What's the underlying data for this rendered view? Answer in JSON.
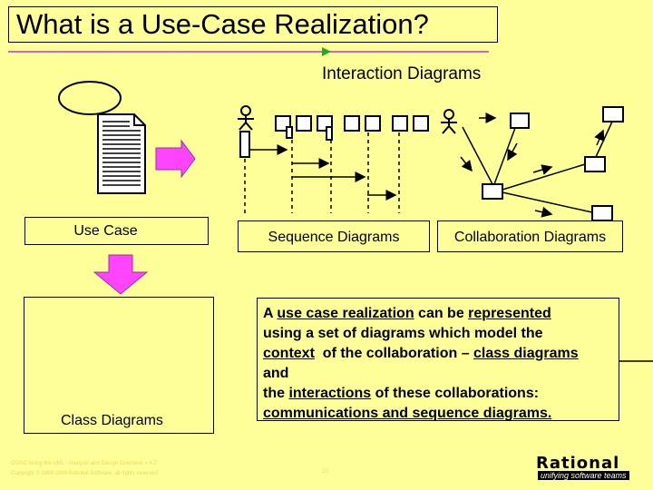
{
  "title": "What is a Use-Case Realization?",
  "interaction_title": "Interaction Diagrams",
  "labels": {
    "use_case": "Use Case",
    "sequence": "Sequence Diagrams",
    "collaboration": "Collaboration Diagrams",
    "class": "Class Diagrams"
  },
  "description": {
    "line1_a": "A ",
    "line1_u1": "use case realization",
    "line1_b": " can be ",
    "line1_u2": "represented",
    "line2": "using a set of diagrams which model the",
    "line3_u1": "context",
    "line3_b": "  of the collaboration – ",
    "line3_u2": "class diagrams",
    "line4": "and",
    "line5_a": "the ",
    "line5_u": "interactions",
    "line5_b": " of these collaborations:",
    "line6_u": "communications and sequence diagrams."
  },
  "footer": {
    "line1": "OOAD Using the UML - Analysis and Design Overview, v 4.2",
    "line2": "Copyright © 1998-1999 Rational Software, all rights reserved",
    "page": "10"
  },
  "logo": {
    "name": "Rational",
    "tagline": "unifying software teams"
  },
  "colors": {
    "background": "#ffff99",
    "arrow_fill": "#ff44ff",
    "title_rule": "#cc66cc",
    "accent_green": "#22aa22"
  }
}
